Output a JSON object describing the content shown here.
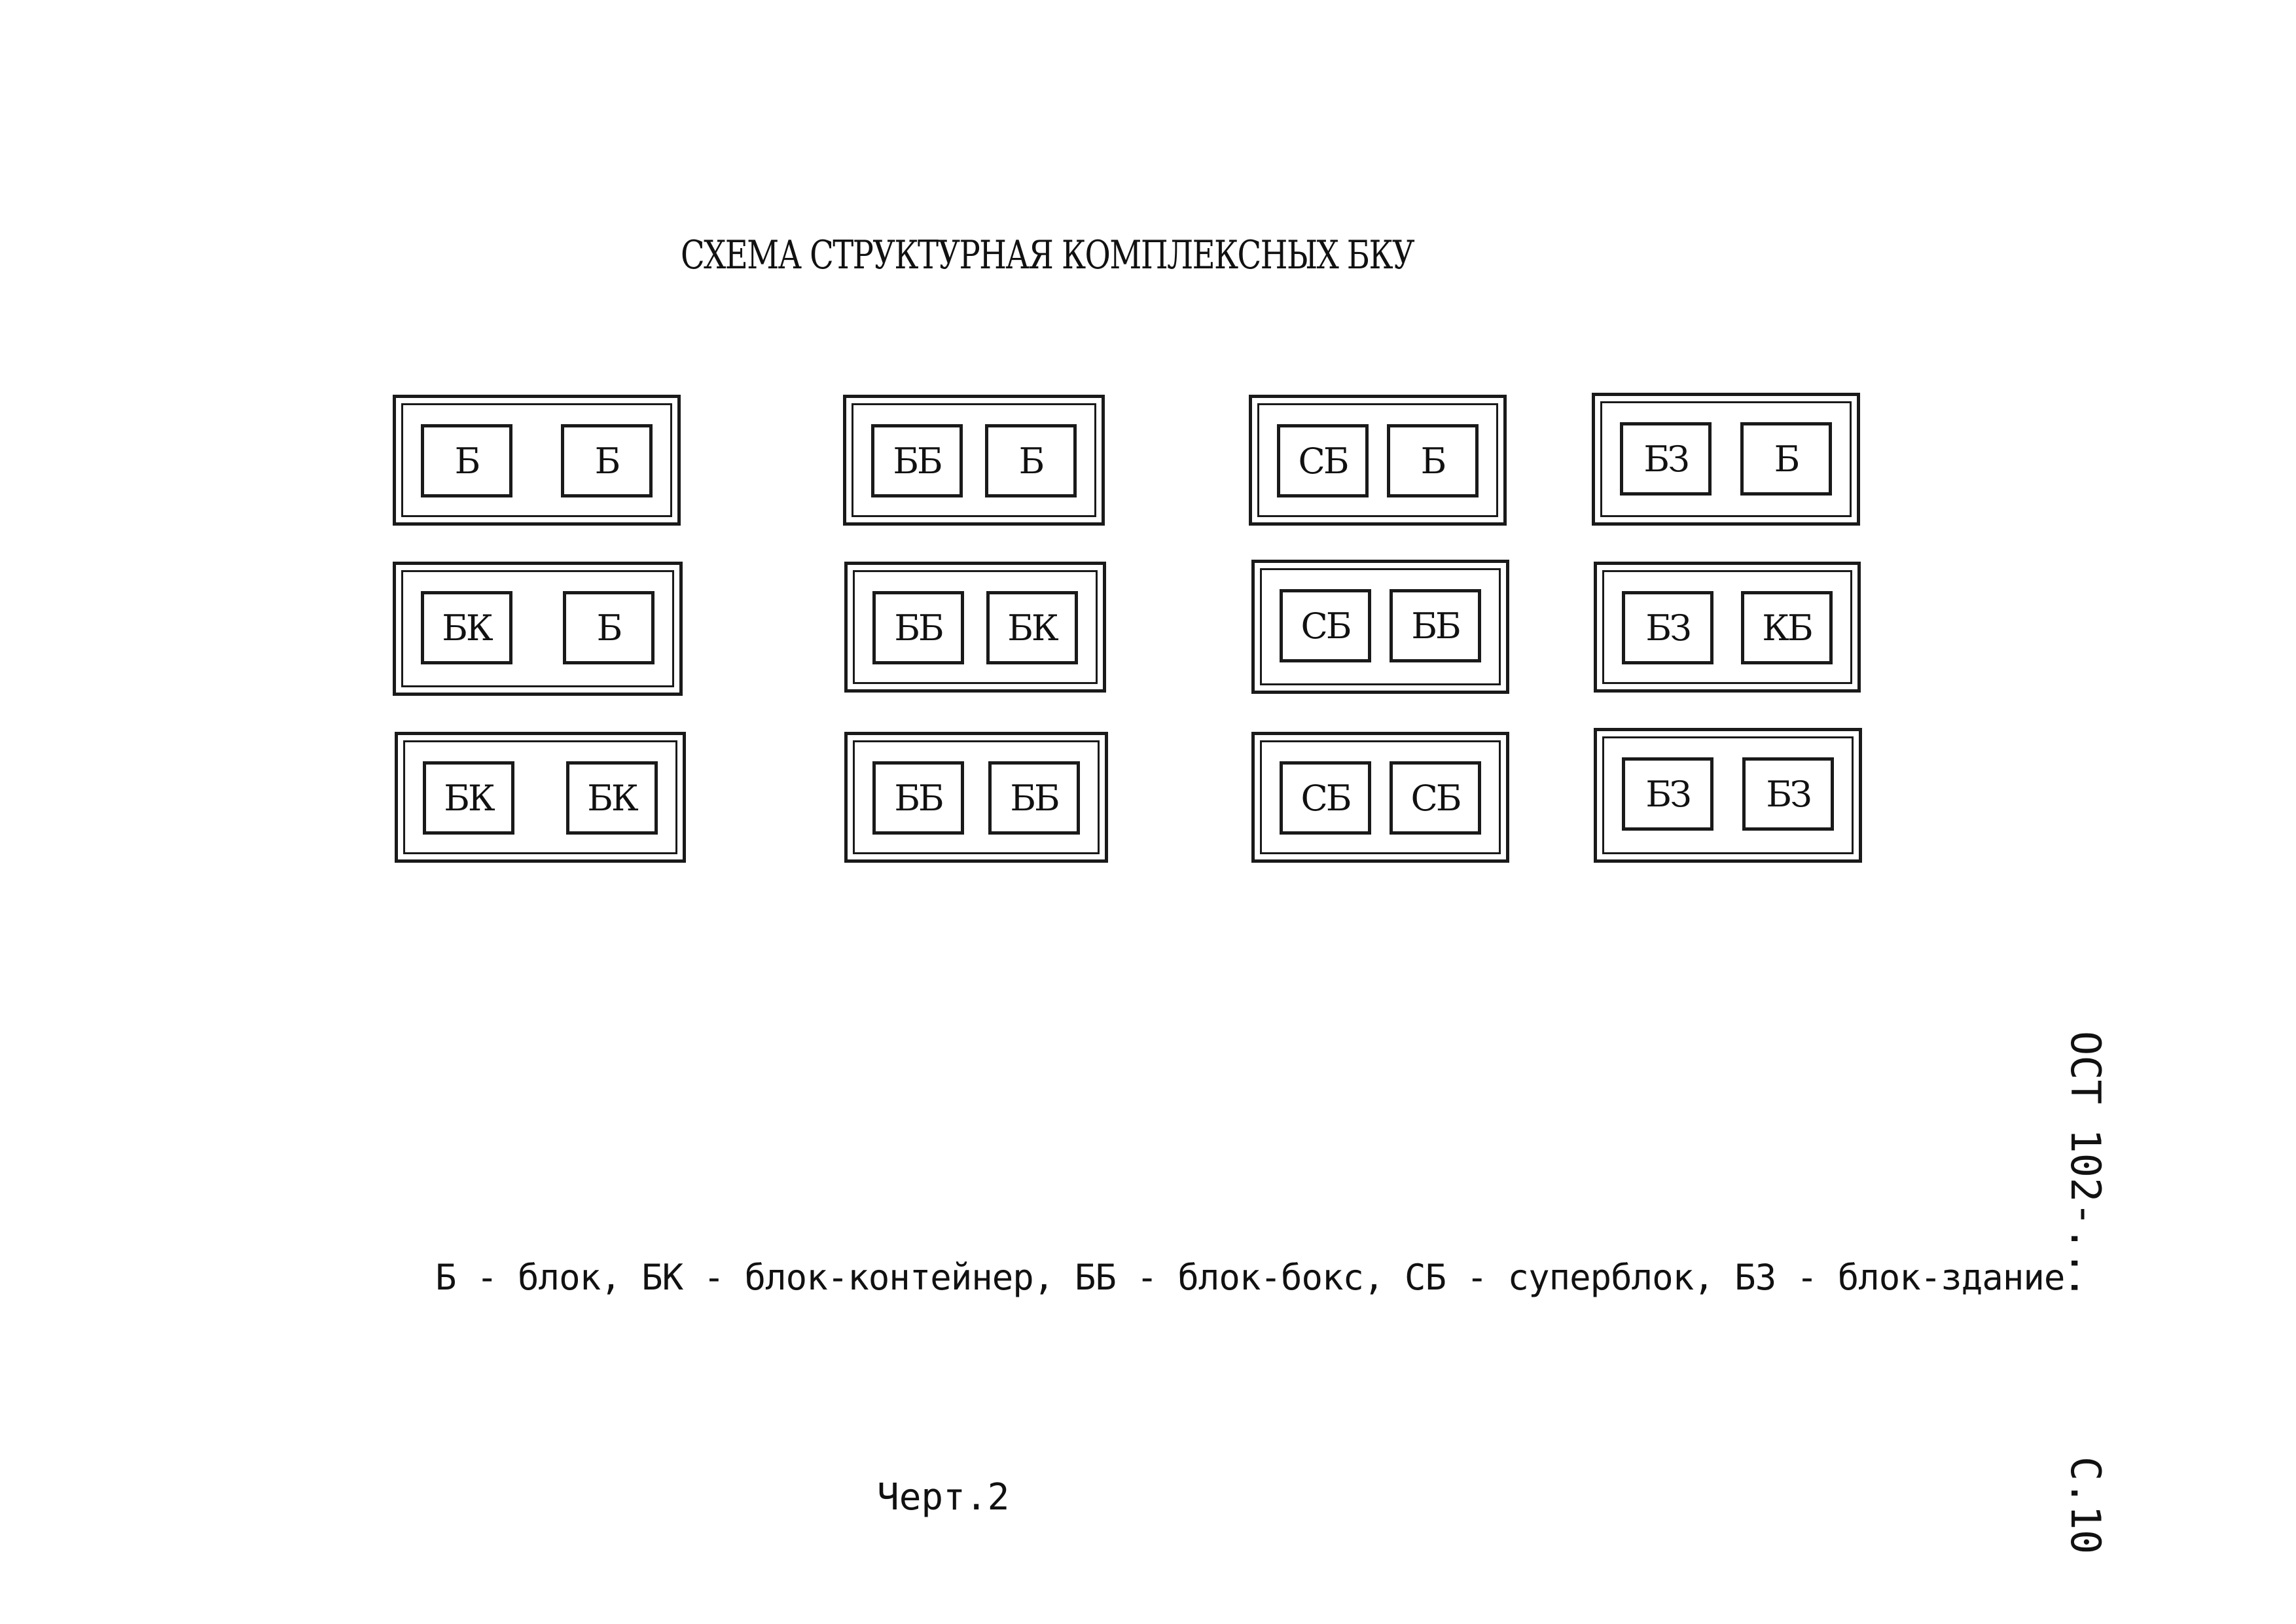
{
  "title": "СХЕМА СТРУКТУРНАЯ КОМПЛЕКСНЫХ БКУ",
  "rows": [
    [
      {
        "left": "Б",
        "right": "Б"
      },
      {
        "left": "ББ",
        "right": "Б"
      },
      {
        "left": "СБ",
        "right": "Б"
      },
      {
        "left": "БЗ",
        "right": "Б"
      }
    ],
    [
      {
        "left": "БК",
        "right": "Б"
      },
      {
        "left": "ББ",
        "right": "БК"
      },
      {
        "left": "СБ",
        "right": "ББ"
      },
      {
        "left": "БЗ",
        "right": "КБ"
      }
    ],
    [
      {
        "left": "БК",
        "right": "БК"
      },
      {
        "left": "ББ",
        "right": "ББ"
      },
      {
        "left": "СБ",
        "right": "СБ"
      },
      {
        "left": "БЗ",
        "right": "БЗ"
      }
    ]
  ],
  "legend": "Б - блок, БК - блок-контейнер, ББ - блок-бокс, СБ - суперблок, БЗ - блок-здание",
  "caption": "Черт.2",
  "side": {
    "doc_number": "ОСТ 102-...",
    "page": "С.10"
  }
}
